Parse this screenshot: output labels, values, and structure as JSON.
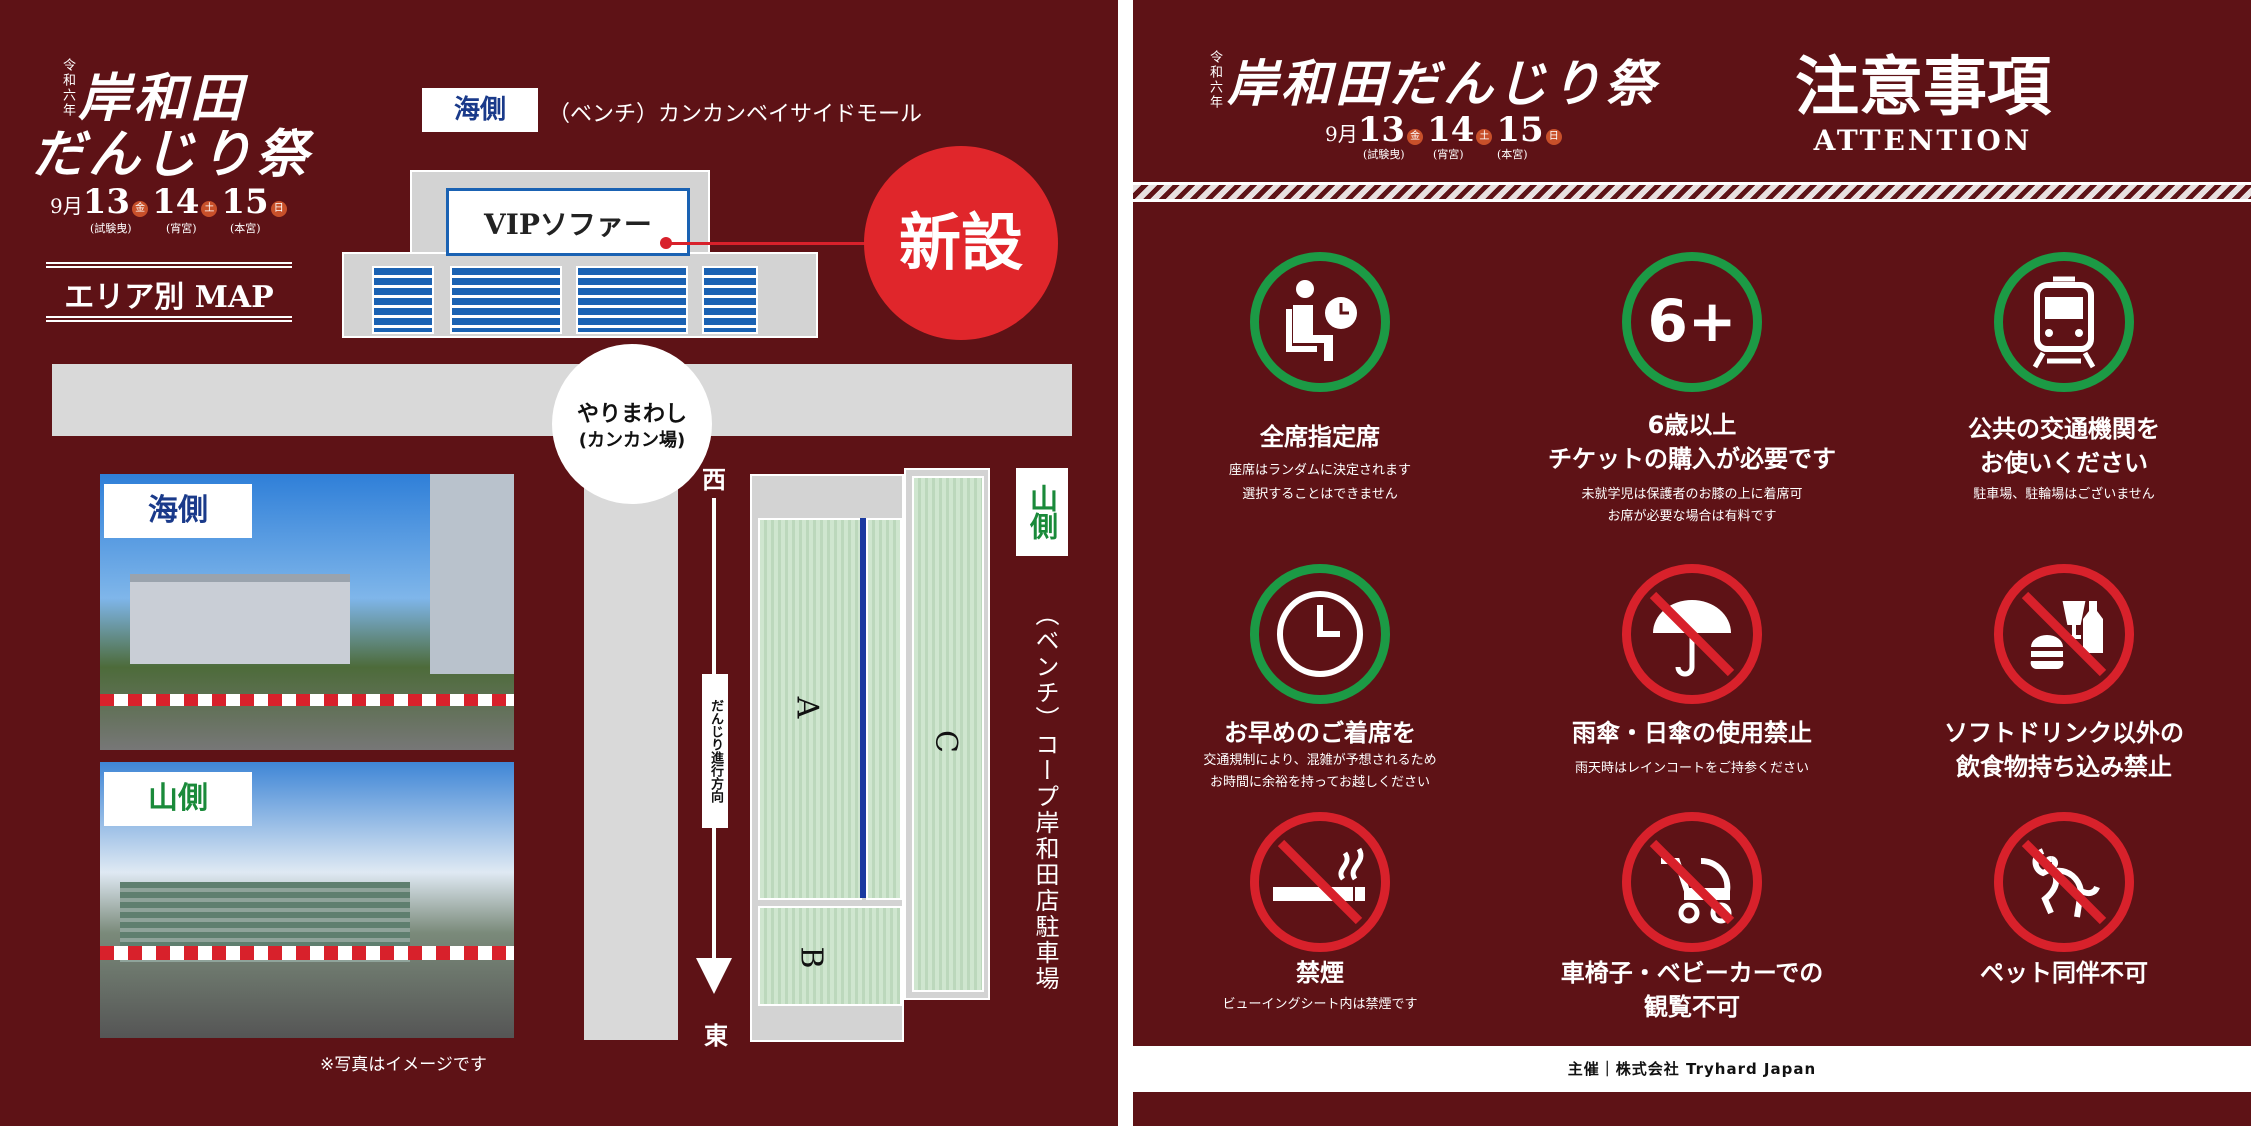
{
  "logo": {
    "era": "令和六年",
    "line1": "岸和田",
    "line2": "だんじり祭",
    "month": "9月",
    "days": [
      {
        "day": "13",
        "weekday": "金",
        "sub": "(試験曳)",
        "color": "#c8502a"
      },
      {
        "day": "14",
        "weekday": "土",
        "sub": "(宵宮)",
        "color": "#c8502a"
      },
      {
        "day": "15",
        "weekday": "日",
        "sub": "(本宮)",
        "color": "#c8502a"
      }
    ]
  },
  "left": {
    "area_map_title": "エリア別 MAP",
    "sea_side_tag": "海側",
    "sea_side_desc": "（ベンチ）カンカンベイサイドモール",
    "vip_label": "VIPソファー",
    "new_badge": "新設",
    "yarimawashi": "やりまわし",
    "kankan": "(カンカン場)",
    "west": "西",
    "east": "東",
    "direction_label": "だんじり進行方向",
    "block_a": "A",
    "block_b": "B",
    "block_c": "C",
    "mountain_side_tag": "山側",
    "mountain_side_desc": "（ベンチ）コープ岸和田店駐車場",
    "photo1_label": "海側",
    "photo2_label": "山側",
    "photo_note": "※写真はイメージです",
    "colors": {
      "background": "#5e1216",
      "badge_red": "#e0262b",
      "seat_blue": "#1a62b3",
      "seat_green": "#cfe6cf"
    }
  },
  "right": {
    "title": "注意事項",
    "subtitle": "ATTENTION",
    "items": [
      {
        "icon": "reserved-seat-icon",
        "title": "全席指定席",
        "desc": [
          "座席はランダムに決定されます",
          "選択することはできません"
        ],
        "ring": "green"
      },
      {
        "icon": "age-six-plus-icon",
        "title_lines": [
          "6歳以上",
          "チケットの購入が必要です"
        ],
        "desc": [
          "未就学児は保護者のお膝の上に着席可",
          "お席が必要な場合は有料です"
        ],
        "ring": "green"
      },
      {
        "icon": "train-icon",
        "title_lines": [
          "公共の交通機関を",
          "お使いください"
        ],
        "desc": [
          "駐車場、駐輪場はございません"
        ],
        "ring": "green"
      },
      {
        "icon": "clock-icon",
        "title": "お早めのご着席を",
        "desc": [
          "交通規制により、混雑が予想されるため",
          "お時間に余裕を持ってお越しください"
        ],
        "ring": "green"
      },
      {
        "icon": "no-umbrella-icon",
        "title": "雨傘・日傘の使用禁止",
        "desc": [
          "雨天時はレインコートをご持参ください"
        ],
        "ring": "red"
      },
      {
        "icon": "no-food-drink-icon",
        "title_lines": [
          "ソフトドリンク以外の",
          "飲食物持ち込み禁止"
        ],
        "desc": [],
        "ring": "red"
      },
      {
        "icon": "no-smoking-icon",
        "title": "禁煙",
        "desc": [
          "ビューイングシート内は禁煙です"
        ],
        "ring": "red"
      },
      {
        "icon": "no-stroller-icon",
        "title_lines": [
          "車椅子・ベビーカーでの",
          "観覧不可"
        ],
        "desc": [],
        "ring": "red"
      },
      {
        "icon": "no-pets-icon",
        "title": "ペット同伴不可",
        "desc": [],
        "ring": "red"
      }
    ],
    "footer": "主催｜株式会社 Tryhard Japan",
    "colors": {
      "ring_green": "#1c9a45",
      "ring_red": "#d8212b"
    }
  }
}
